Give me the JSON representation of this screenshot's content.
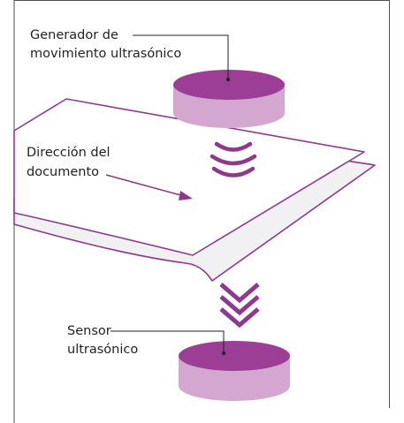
{
  "labels": {
    "generator_line1": "Generador de",
    "generator_line2": "movimiento ultrasónico",
    "direction_line1": "Dirección del",
    "direction_line2": "documento",
    "sensor_line1": "Sensor",
    "sensor_line2": "ultrasónico"
  },
  "colors": {
    "frame": "#4d4d4d",
    "paper_stroke": "#8e3a8c",
    "paper_fill": "#ffffff",
    "paper_back_fill": "#f1f1f3",
    "disk_top": "#9c3e96",
    "disk_side": "#d3a7d0",
    "accent": "#8e3a8c",
    "leader": "#231f20"
  },
  "icons": {
    "waves": "ultrasonic-wave-icon",
    "chevrons": "chevron-down-icon"
  }
}
